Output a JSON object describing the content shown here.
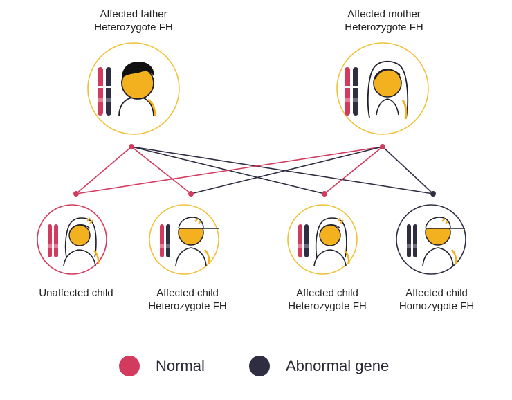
{
  "colors": {
    "normal": "#d23a5e",
    "abnormal": "#2e2d42",
    "gold": "#f4b11f",
    "ring_gold": "#f0c23a"
  },
  "parents": {
    "father": {
      "line1": "Affected father",
      "line2": "Heterozygote FH"
    },
    "mother": {
      "line1": "Affected mother",
      "line2": "Heterozygote FH"
    }
  },
  "children": [
    {
      "line1": "Unaffected child",
      "line2": "",
      "chromosomes": [
        "normal",
        "normal"
      ],
      "ring": "normal"
    },
    {
      "line1": "Affected child",
      "line2": "Heterozygote FH",
      "chromosomes": [
        "normal",
        "abnormal"
      ],
      "ring": "gold"
    },
    {
      "line1": "Affected child",
      "line2": "Heterozygote FH",
      "chromosomes": [
        "normal",
        "abnormal"
      ],
      "ring": "gold"
    },
    {
      "line1": "Affected child",
      "line2": "Homozygote FH",
      "chromosomes": [
        "abnormal",
        "abnormal"
      ],
      "ring": "abnormal"
    }
  ],
  "legend": {
    "normal": "Normal",
    "abnormal": "Abnormal gene"
  }
}
